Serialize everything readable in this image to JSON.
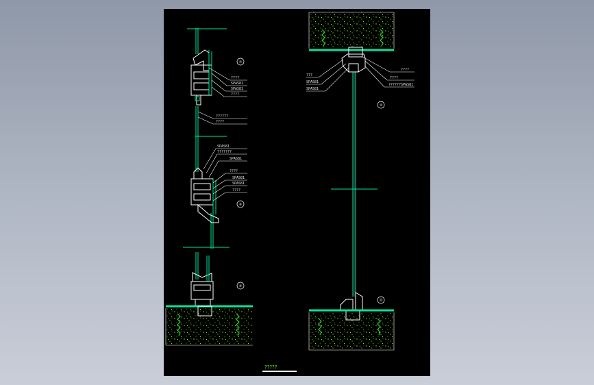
{
  "drawing": {
    "caption": "?????",
    "left_labels_upper": [
      "????",
      "SPAS81",
      "SPAS81",
      "????",
      "??????",
      "????"
    ],
    "left_labels_middle": [
      "SPAS81",
      "???????",
      "SPAS81",
      "????",
      "SPAS81",
      "SPAS81",
      "????"
    ],
    "right_labels_top_left": [
      "???",
      "SPAS81",
      "SPAS81"
    ],
    "right_labels_top_right": [
      "????",
      "????",
      "??????SPAS81"
    ],
    "detail_markers": [
      "⑦",
      "⑧",
      "⑨",
      "⑩",
      "⑪"
    ]
  },
  "colors": {
    "viewport_bg": "#a4acbb",
    "sheet_bg": "#000000",
    "profile": "#ffffff",
    "glass": "#00e5a0",
    "hatch": "#7CFC00",
    "anchor": "#33cc33",
    "leader": "#ffffff"
  }
}
